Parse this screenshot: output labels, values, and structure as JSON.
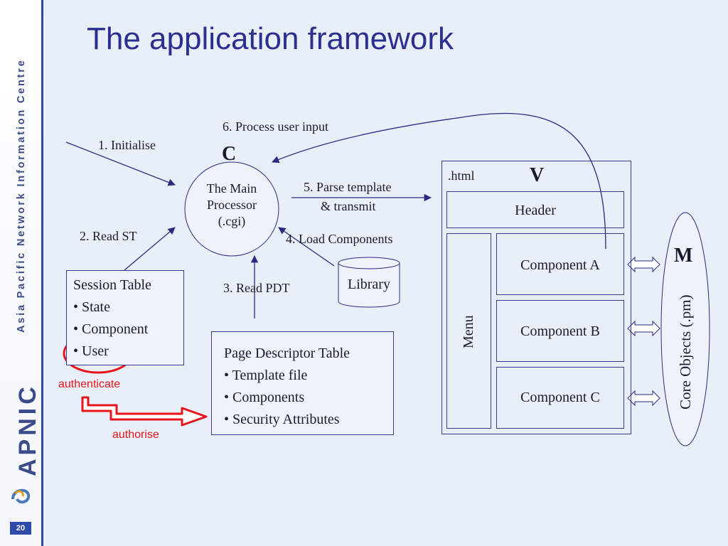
{
  "sidebar": {
    "org_text": "Asia Pacific Network Information Centre",
    "logo_text": "APNIC",
    "page_number": "20"
  },
  "title": "The application framework",
  "labels": {
    "initialise": "1. Initialise",
    "read_st": "2. Read ST",
    "read_pdt": "3. Read PDT",
    "load_components": "4. Load Components",
    "parse_template_1": "5. Parse template",
    "parse_template_2": "& transmit",
    "process_input": "6. Process user input",
    "c": "C",
    "v": "V",
    "m": "M",
    "authenticate": "authenticate",
    "authorise": "authorise"
  },
  "processor": {
    "lines": [
      "The Main",
      "Processor",
      "(.cgi)"
    ]
  },
  "library": "Library",
  "session_table": {
    "title": "Session Table",
    "items": [
      "• State",
      "• Component",
      "• User"
    ]
  },
  "pdt": {
    "title": "Page Descriptor Table",
    "items": [
      "• Template file",
      "• Components",
      "• Security Attributes"
    ]
  },
  "view": {
    "html": ".html",
    "header": "Header",
    "menu": "Menu",
    "components": [
      "Component A",
      "Component B",
      "Component C"
    ]
  },
  "core_objects": "Core Objects (.pm)",
  "colors": {
    "title": "#2b2f8f",
    "line": "#2a2a80",
    "highlight": "#e8141c"
  }
}
